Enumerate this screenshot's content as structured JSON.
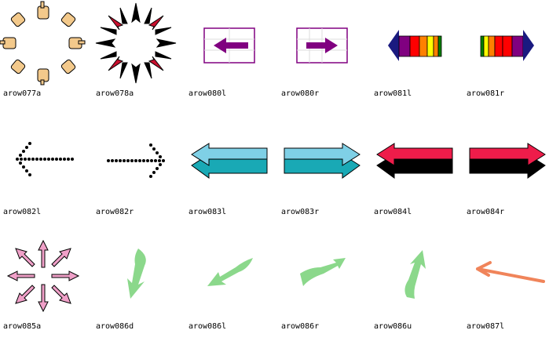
{
  "grid": {
    "items": [
      {
        "label": "arow077a",
        "icon": "pointing-hands-circle-icon"
      },
      {
        "label": "arow078a",
        "icon": "starburst-arrows-icon"
      },
      {
        "label": "arow080l",
        "icon": "purple-arrow-left-framed-icon"
      },
      {
        "label": "arow080r",
        "icon": "purple-arrow-right-framed-icon"
      },
      {
        "label": "arow081l",
        "icon": "rainbow-arrow-left-icon"
      },
      {
        "label": "arow081r",
        "icon": "rainbow-arrow-right-icon"
      },
      {
        "label": "arow082l",
        "icon": "dotted-arrow-left-icon"
      },
      {
        "label": "arow082r",
        "icon": "dotted-arrow-right-icon"
      },
      {
        "label": "arow083l",
        "icon": "3d-cyan-arrow-left-icon"
      },
      {
        "label": "arow083r",
        "icon": "3d-cyan-arrow-right-icon"
      },
      {
        "label": "arow084l",
        "icon": "3d-red-arrow-left-icon"
      },
      {
        "label": "arow084r",
        "icon": "3d-red-arrow-right-icon"
      },
      {
        "label": "arow085a",
        "icon": "pink-arrows-outward-icon"
      },
      {
        "label": "arow086d",
        "icon": "green-curved-arrow-down-icon"
      },
      {
        "label": "arow086l",
        "icon": "green-curved-arrow-left-icon"
      },
      {
        "label": "arow086r",
        "icon": "green-curved-arrow-right-icon"
      },
      {
        "label": "arow086u",
        "icon": "green-curved-arrow-up-icon"
      },
      {
        "label": "arow087l",
        "icon": "orange-arrow-left-icon"
      }
    ]
  },
  "colors": {
    "purple": "#800080",
    "cyan_top": "#7fd0e6",
    "teal": "#19a9b5",
    "red": "#ee1c4a",
    "black": "#000000",
    "green": "#8bd88b",
    "pink": "#f0a0c8",
    "orange": "#f0845a",
    "skin": "#f3c98b",
    "navy": "#1a1a80",
    "rainbow": [
      "#800080",
      "#ff0000",
      "#ff8000",
      "#ffff00",
      "#ff8000",
      "#ff0000",
      "#008000"
    ]
  }
}
